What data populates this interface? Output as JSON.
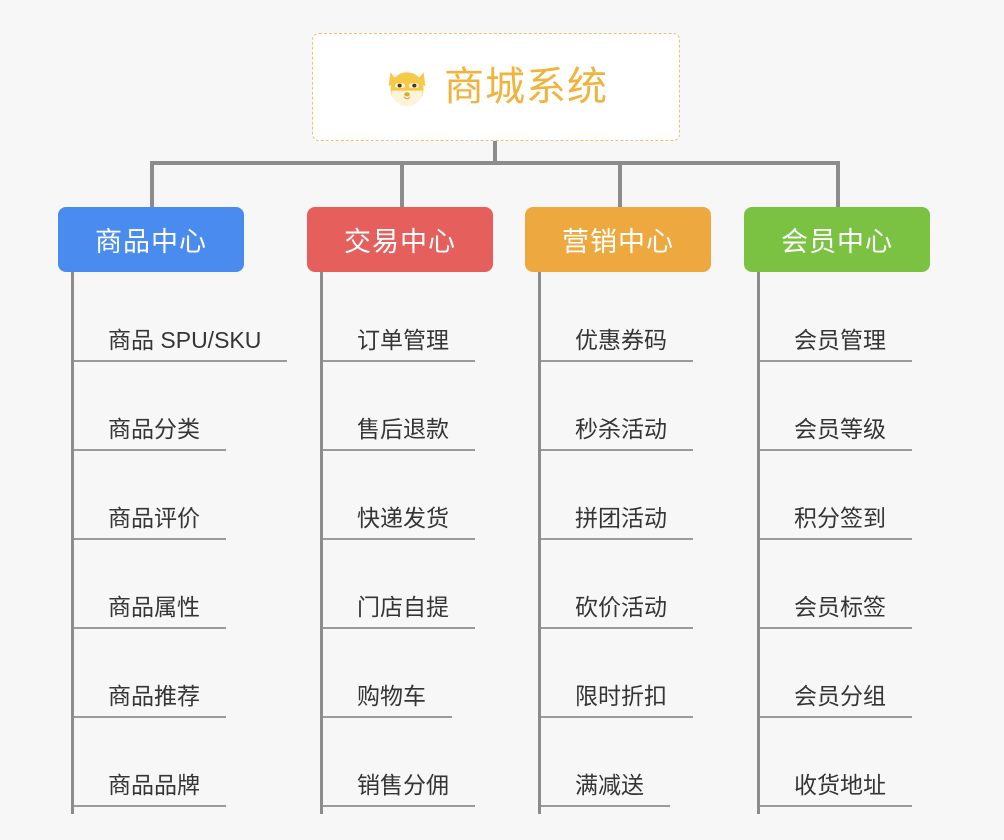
{
  "root": {
    "title": "商城系统",
    "icon": "shiba-inu-face-icon",
    "border_color": "#f0c070",
    "text_color": "#f2b33d",
    "background": "#ffffff"
  },
  "canvas": {
    "background": "#f7f7f7",
    "connector_color": "#8c8c8c"
  },
  "branches": [
    {
      "label": "商品中心",
      "color": "#4a8bf0",
      "items": [
        "商品 SPU/SKU",
        "商品分类",
        "商品评价",
        "商品属性",
        "商品推荐",
        "商品品牌"
      ]
    },
    {
      "label": "交易中心",
      "color": "#e5605c",
      "items": [
        "订单管理",
        "售后退款",
        "快递发货",
        "门店自提",
        "购物车",
        "销售分佣"
      ]
    },
    {
      "label": "营销中心",
      "color": "#eda940",
      "items": [
        "优惠券码",
        "秒杀活动",
        "拼团活动",
        "砍价活动",
        "限时折扣",
        "满减送"
      ]
    },
    {
      "label": "会员中心",
      "color": "#7cc242",
      "items": [
        "会员管理",
        "会员等级",
        "积分签到",
        "会员标签",
        "会员分组",
        "收货地址"
      ]
    }
  ]
}
